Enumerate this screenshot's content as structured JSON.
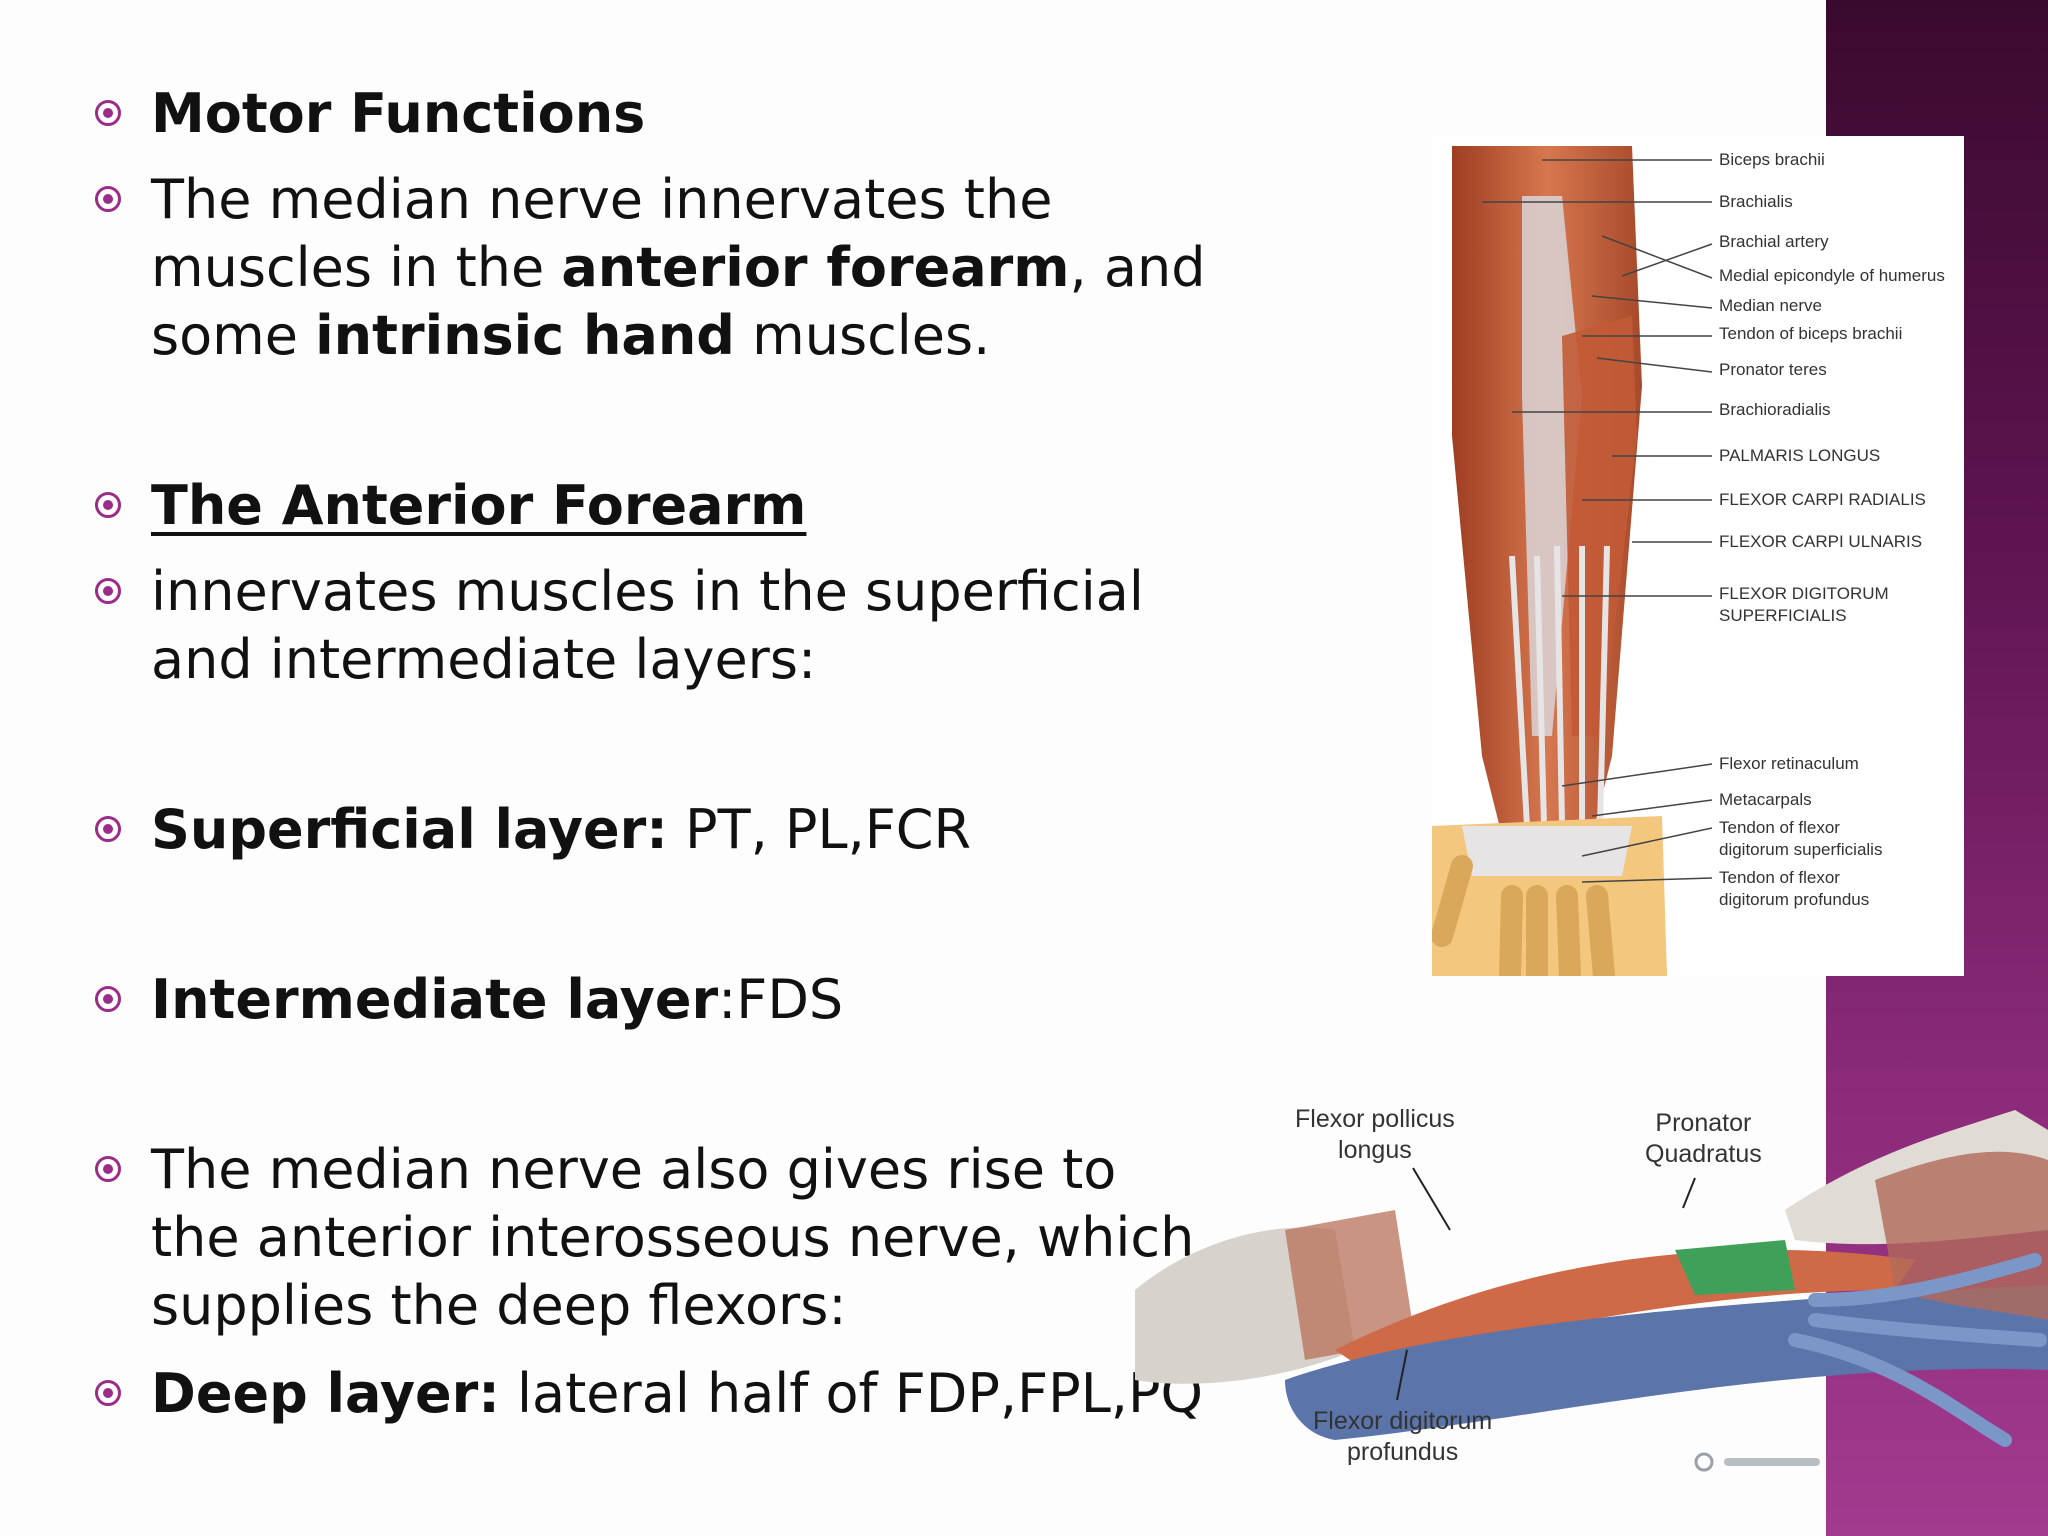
{
  "bullets": [
    {
      "parts": [
        {
          "b": true,
          "t": "Motor Functions"
        }
      ]
    },
    {
      "lines": [
        [
          {
            "t": "The median nerve innervates the"
          }
        ],
        [
          {
            "t": "muscles in the "
          },
          {
            "b": true,
            "t": "anterior forearm"
          },
          {
            "t": ", and"
          }
        ],
        [
          {
            "t": "some "
          },
          {
            "b": true,
            "t": "intrinsic hand"
          },
          {
            "t": " muscles."
          }
        ]
      ]
    },
    {
      "parts": [
        {
          "b": true,
          "u": true,
          "t": "The Anterior Forearm"
        }
      ]
    },
    {
      "lines": [
        [
          {
            "t": "innervates muscles in the superficial"
          }
        ],
        [
          {
            "t": "and intermediate layers:"
          }
        ]
      ]
    },
    {
      "parts": [
        {
          "b": true,
          "t": "Superficial layer:"
        },
        {
          "t": " PT, PL,FCR"
        }
      ]
    },
    {
      "parts": [
        {
          "b": true,
          "t": "Intermediate layer"
        },
        {
          "t": ":FDS"
        }
      ]
    },
    {
      "lines": [
        [
          {
            "t": "The median nerve also gives rise to"
          }
        ],
        [
          {
            "t": "the anterior interosseous nerve, which"
          }
        ],
        [
          {
            "t": "supplies the deep flexors:"
          }
        ]
      ]
    },
    {
      "parts": [
        {
          "b": true,
          "t": "Deep layer:"
        },
        {
          "t": " lateral half of FDP,FPL,PQ"
        }
      ]
    }
  ],
  "figure_top": {
    "labels": [
      "Biceps brachii",
      "Brachialis",
      "Brachial artery",
      "Medial epicondyle of humerus",
      "Median nerve",
      "Tendon of biceps brachii",
      "Pronator teres",
      "Brachioradialis",
      "PALMARIS LONGUS",
      "FLEXOR CARPI RADIALIS",
      "FLEXOR CARPI ULNARIS",
      "FLEXOR DIGITORUM",
      "SUPERFICIALIS",
      "Flexor retinaculum",
      "Metacarpals",
      "Tendon of flexor",
      "digitorum superficialis",
      "Tendon of flexor",
      "digitorum profundus"
    ]
  },
  "figure_bottom": {
    "labels": {
      "fpl_1": "Flexor pollicus",
      "fpl_2": "longus",
      "pq_1": "Pronator",
      "pq_2": "Quadratus",
      "fdp_1": "Flexor digitorum",
      "fdp_2": "profundus"
    }
  },
  "colors": {
    "accent": "#9b2c87",
    "stripe": "#6b1a5c",
    "muscle": "#c8603e",
    "deep_muscle": "#5a73a8",
    "pronator_quadratus": "#3fa05a"
  }
}
